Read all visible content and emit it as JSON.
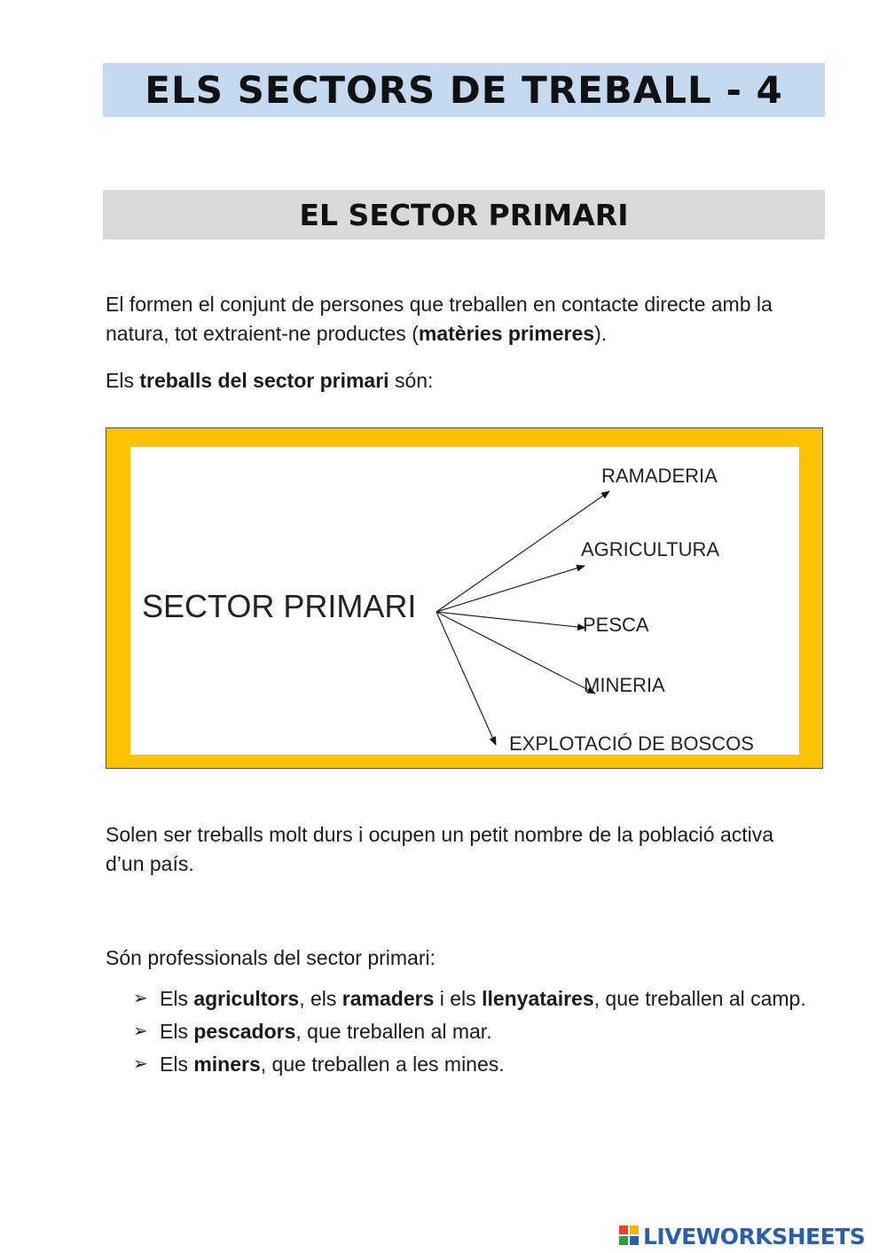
{
  "title": "ELS SECTORS DE TREBALL - 4",
  "section_title": "EL SECTOR PRIMARI",
  "intro": {
    "line1": "El formen el conjunt de persones que treballen en contacte directe amb la",
    "line2_pre": "natura,  tot extraient-ne productes (",
    "line2_bold": "matèries primeres",
    "line2_post": ")."
  },
  "jobs_intro": {
    "pre": "Els ",
    "bold": "treballs del sector primari",
    "post": " són:"
  },
  "diagram": {
    "center": "SECTOR PRIMARI",
    "branches": [
      "RAMADERIA",
      "AGRICULTURA",
      "PESCA",
      "MINERIA",
      "EXPLOTACIÓ DE BOSCOS"
    ],
    "frame_color": "#fdc300"
  },
  "hardship": {
    "line1": "Solen ser treballs molt durs i ocupen un petit nombre de la població activa",
    "line2": "d’un país."
  },
  "professionals_intro": "Són professionals del sector primari:",
  "bullets": [
    {
      "parts": [
        "Els ",
        "agricultors",
        ", els ",
        "ramaders",
        " i els ",
        "llenyataires",
        ", que treballen al camp."
      ]
    },
    {
      "parts": [
        "Els ",
        "pescadors",
        ", que treballen al mar."
      ]
    },
    {
      "parts": [
        "Els ",
        "miners",
        ", que treballen a les mines."
      ]
    }
  ],
  "logo": {
    "text": "LIVEWORKSHEETS",
    "color": "#2b5fa8"
  }
}
